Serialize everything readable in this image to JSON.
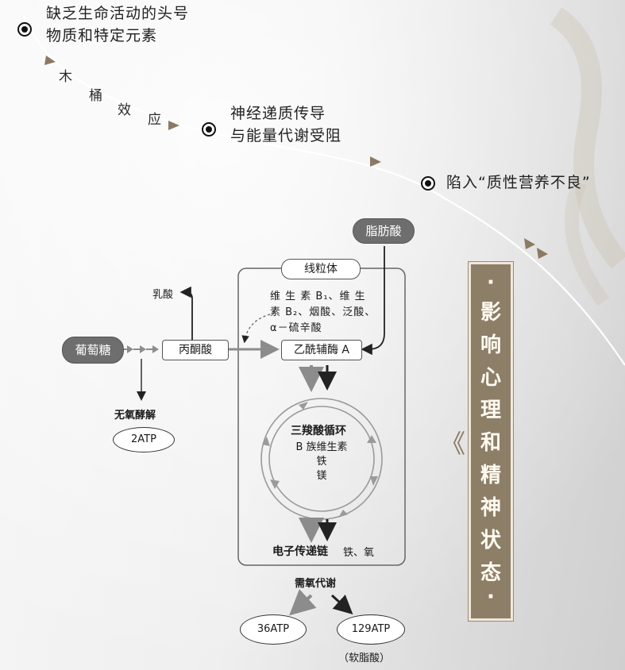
{
  "colors": {
    "accent_brown": "#8d7e68",
    "arrow_brown": "#8a7a64",
    "pill_gray": "#6e6e6e",
    "arrow_gray": "#8c8c8c"
  },
  "top_flow": {
    "item1": {
      "line1": "缺乏生命活动的头号",
      "line2": "物质和特定元素"
    },
    "barrel_chars": [
      "木",
      "桶",
      "效",
      "应"
    ],
    "item2": {
      "line1": "神经递质传导",
      "line2": "与能量代谢受阻"
    },
    "item3": "陷入“质性营养不良”"
  },
  "side_panel": {
    "chevron": "《",
    "dot_top": "·",
    "chars": [
      "影",
      "响",
      "心",
      "理",
      "和",
      "精",
      "神",
      "状",
      "态"
    ],
    "dot_bottom": "·"
  },
  "metabolism": {
    "fatty_acid": "脂肪酸",
    "mitochondria": "线粒体",
    "vitamins_line1": "维 生 素 B₁、维 生",
    "vitamins_line2": "素 B₂、烟酸、泛酸、",
    "vitamins_line3": "α－硫辛酸",
    "glucose": "葡萄糖",
    "pyruvate": "丙酮酸",
    "lactate": "乳酸",
    "acetyl_coa": "乙酰辅酶 A",
    "anaerobic": "无氧酵解",
    "atp2": "2ATP",
    "tca_title": "三羧酸循环",
    "tca_items": [
      "B 族维生素",
      "铁",
      "镁"
    ],
    "etc_label": "电子传递链",
    "etc_cofactors": "铁、氧",
    "aerobic": "需氧代谢",
    "atp36": "36ATP",
    "atp129": "129ATP",
    "atp129_note": "（软脂酸）"
  }
}
